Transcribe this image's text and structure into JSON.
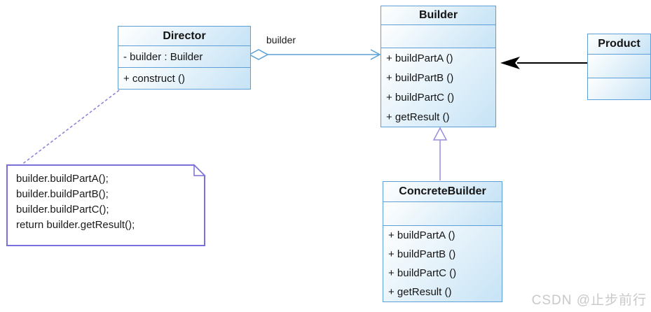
{
  "classes": {
    "director": {
      "title": "Director",
      "attributes": [
        "- builder : Builder"
      ],
      "methods": [
        "+ construct ()"
      ]
    },
    "builder": {
      "title": "Builder",
      "attributes": [],
      "methods": [
        "+ buildPartA ()",
        "+ buildPartB ()",
        "+ buildPartC ()",
        "+ getResult ()"
      ]
    },
    "concrete_builder": {
      "title": "ConcreteBuilder",
      "attributes": [],
      "methods": [
        "+ buildPartA ()",
        "+ buildPartB ()",
        "+ buildPartC ()",
        "+ getResult ()"
      ]
    },
    "product": {
      "title": "Product",
      "attributes": [],
      "methods": []
    }
  },
  "note": {
    "lines": [
      "builder.buildPartA();",
      "builder.buildPartB();",
      "builder.buildPartC();",
      "return builder.getResult();"
    ]
  },
  "edges": {
    "aggregation_label": "builder"
  },
  "watermark": {
    "text": "CSDN @止步前行"
  },
  "colors": {
    "box_border": "#5e9fd8",
    "box_fill_light": "#ffffff",
    "box_fill_blue": "#c6e3f6",
    "association_blue": "#58a0d8",
    "inheritance_purple": "#998ede",
    "note_border_purple": "#7b6fdb",
    "dependency_black": "#000000",
    "watermark_gray": "#c9c9c9"
  }
}
